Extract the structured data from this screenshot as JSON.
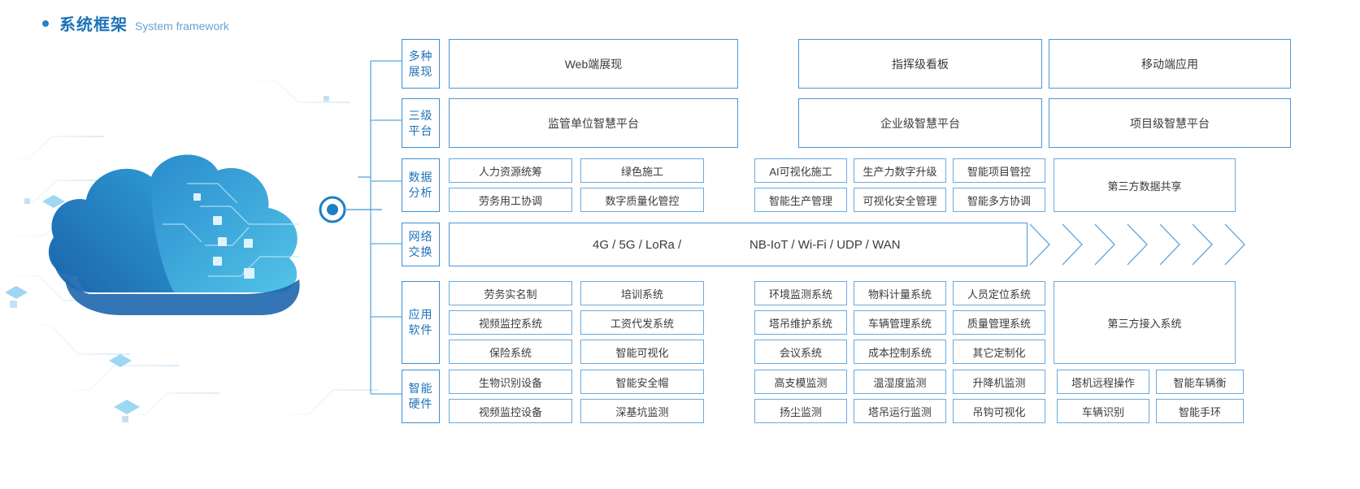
{
  "heading": {
    "title_cn": "系统框架",
    "title_en": "System framework",
    "bullet": "bullet-dot"
  },
  "colors": {
    "accent": "#1d72b8",
    "border": "#4c96d6",
    "cell_border": "#6aaadf",
    "text": "#3b3b3b"
  },
  "rows": [
    {
      "label": "多种\n展现",
      "label_line1": "多种",
      "label_line2": "展现",
      "type": "big",
      "boxes": [
        "Web端展现",
        "指挥级看板",
        "移动端应用"
      ]
    },
    {
      "label_line1": "三级",
      "label_line2": "平台",
      "type": "big",
      "boxes": [
        "监管单位智慧平台",
        "企业级智慧平台",
        "项目级智慧平台"
      ]
    },
    {
      "label_line1": "数据",
      "label_line2": "分析",
      "type": "grid",
      "left_group": [
        [
          "人力资源统筹",
          "绿色施工"
        ],
        [
          "劳务用工协调",
          "数字质量化管控"
        ]
      ],
      "right_group": [
        [
          "AI可视化施工",
          "生产力数字升级",
          "智能项目管控"
        ],
        [
          "智能生产管理",
          "可视化安全管理",
          "智能多方协调"
        ]
      ],
      "side_box": "第三方数据共享"
    },
    {
      "label_line1": "网络",
      "label_line2": "交换",
      "type": "network",
      "text_left": "4G / 5G / LoRa /",
      "text_right": "NB-IoT / Wi-Fi / UDP / WAN",
      "chevron_count": 7
    },
    {
      "label_line1": "应用",
      "label_line2": "软件",
      "type": "grid",
      "left_group": [
        [
          "劳务实名制",
          "培训系统"
        ],
        [
          "视频监控系统",
          "工资代发系统"
        ],
        [
          "保险系统",
          "智能可视化"
        ]
      ],
      "right_group": [
        [
          "环境监测系统",
          "物料计量系统",
          "人员定位系统"
        ],
        [
          "塔吊维护系统",
          "车辆管理系统",
          "质量管理系统"
        ],
        [
          "会议系统",
          "成本控制系统",
          "其它定制化"
        ]
      ],
      "side_box": "第三方接入系统"
    },
    {
      "label_line1": "智能",
      "label_line2": "硬件",
      "type": "grid-wide",
      "left_group": [
        [
          "生物识别设备",
          "智能安全帽"
        ],
        [
          "视频监控设备",
          "深基坑监测"
        ]
      ],
      "right_group": [
        [
          "高支模监测",
          "温湿度监测",
          "升降机监测",
          "塔机远程操作",
          "智能车辆衡"
        ],
        [
          "扬尘监测",
          "塔吊运行监测",
          "吊钩可视化",
          "车辆识别",
          "智能手环"
        ]
      ]
    }
  ],
  "artwork": {
    "name": "cloud-network-illustration",
    "node_label": "network-node-dot"
  }
}
